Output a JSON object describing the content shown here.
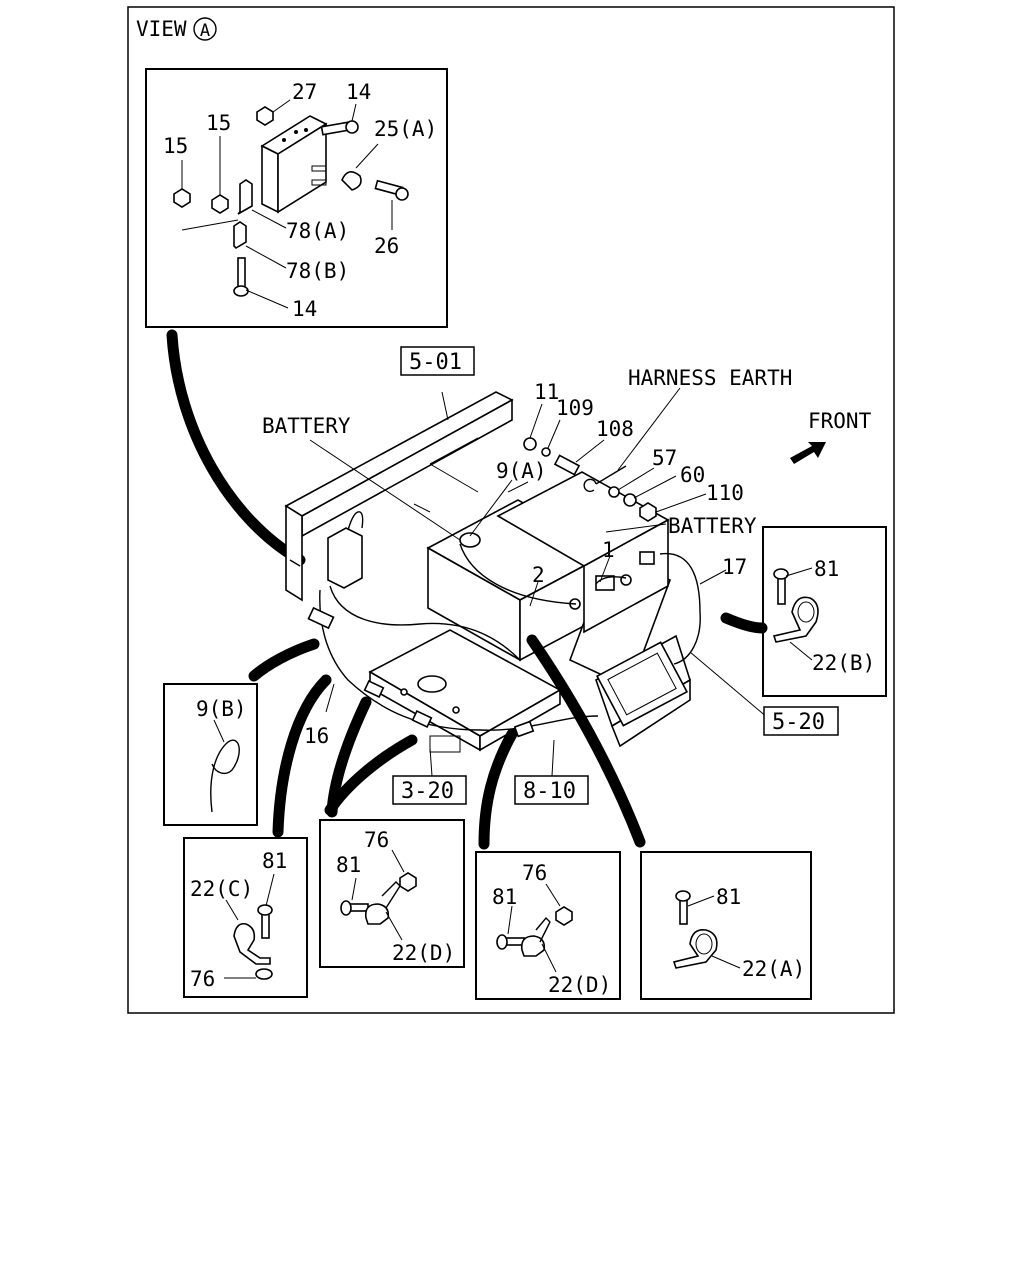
{
  "view_title": "VIEW",
  "view_circle_letter": "A",
  "refs": {
    "r501": "5-01",
    "r520": "5-20",
    "r320": "3-20",
    "r810": "8-10"
  },
  "labels": {
    "battery_left": "BATTERY",
    "battery_right": "BATTERY",
    "harness_earth": "HARNESS EARTH",
    "front": "FRONT"
  },
  "inset_a": {
    "p27": "27",
    "p14a": "14",
    "p15a": "15",
    "p15b": "15",
    "p25a": "25(A)",
    "p26": "26",
    "p78a": "78(A)",
    "p78b": "78(B)",
    "p14b": "14"
  },
  "main_parts": {
    "p11": "11",
    "p109": "109",
    "p108": "108",
    "p57": "57",
    "p60": "60",
    "p110": "110",
    "p9a": "9(A)",
    "p1": "1",
    "p2": "2",
    "p17": "17",
    "p16": "16"
  },
  "inset_22b": {
    "p81": "81",
    "p22b": "22(B)"
  },
  "inset_9b": {
    "p9b": "9(B)"
  },
  "inset_22c": {
    "p81": "81",
    "p22c": "22(C)",
    "p76": "76"
  },
  "inset_22d1": {
    "p81": "81",
    "p76": "76",
    "p22d": "22(D)"
  },
  "inset_22d2": {
    "p81": "81",
    "p76": "76",
    "p22d": "22(D)"
  },
  "inset_22a": {
    "p81": "81",
    "p22a": "22(A)"
  }
}
